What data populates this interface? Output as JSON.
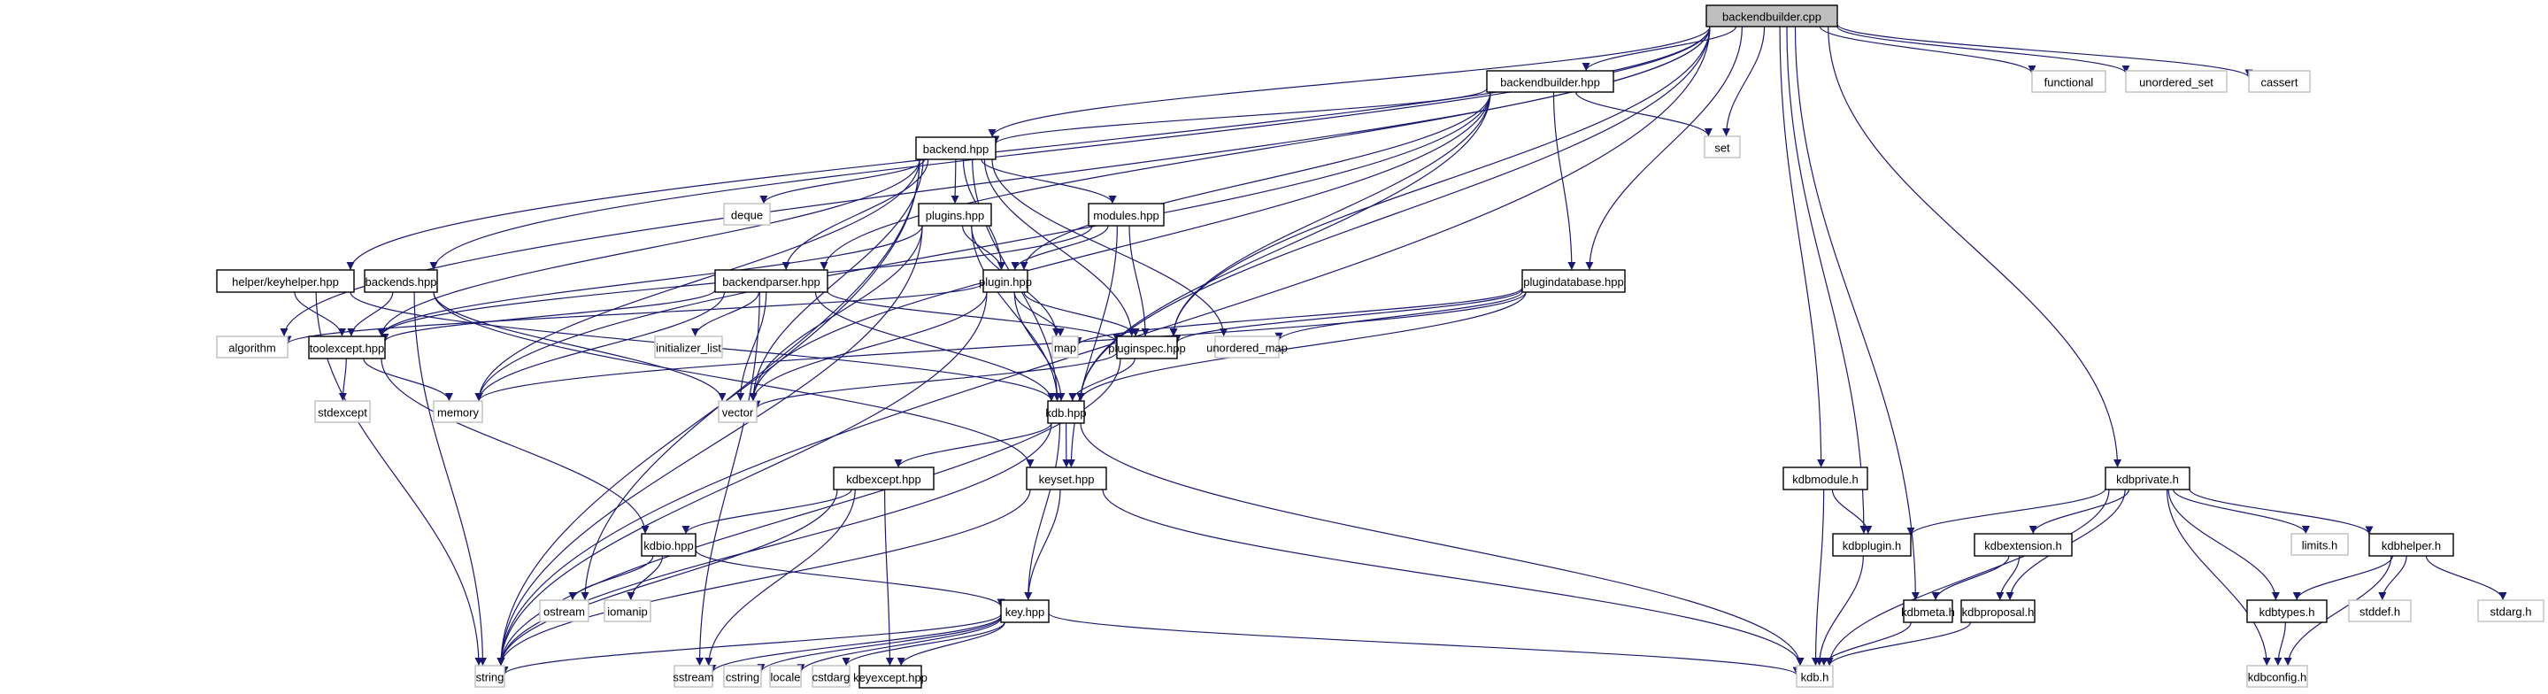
{
  "diagram": {
    "type": "include-dependency-graph",
    "root": "backendbuilder.cpp",
    "edge_color": "#191970",
    "node_styles": {
      "root": {
        "fill": "#bfbfbf",
        "border": "#000000"
      },
      "local": {
        "fill": "#ffffff",
        "border": "#000000"
      },
      "system": {
        "fill": "#ffffff",
        "border": "#bfbfbf"
      }
    },
    "nodes": [
      {
        "id": "backendbuilder_cpp",
        "label": "backendbuilder.cpp",
        "kind": "root"
      },
      {
        "id": "functional",
        "label": "functional",
        "kind": "system"
      },
      {
        "id": "unordered_set",
        "label": "unordered_set",
        "kind": "system"
      },
      {
        "id": "cassert",
        "label": "cassert",
        "kind": "system"
      },
      {
        "id": "backendbuilder_hpp",
        "label": "backendbuilder.hpp",
        "kind": "local"
      },
      {
        "id": "set",
        "label": "set",
        "kind": "system"
      },
      {
        "id": "backend_hpp",
        "label": "backend.hpp",
        "kind": "local"
      },
      {
        "id": "deque",
        "label": "deque",
        "kind": "system"
      },
      {
        "id": "plugins_hpp",
        "label": "plugins.hpp",
        "kind": "local"
      },
      {
        "id": "modules_hpp",
        "label": "modules.hpp",
        "kind": "local"
      },
      {
        "id": "keyhelper_hpp",
        "label": "helper/keyhelper.hpp",
        "kind": "local"
      },
      {
        "id": "backends_hpp",
        "label": "backends.hpp",
        "kind": "local"
      },
      {
        "id": "backendparser_hpp",
        "label": "backendparser.hpp",
        "kind": "local"
      },
      {
        "id": "plugin_hpp",
        "label": "plugin.hpp",
        "kind": "local"
      },
      {
        "id": "plugindatabase_hpp",
        "label": "plugindatabase.hpp",
        "kind": "local"
      },
      {
        "id": "algorithm",
        "label": "algorithm",
        "kind": "system"
      },
      {
        "id": "toolexcept_hpp",
        "label": "toolexcept.hpp",
        "kind": "local"
      },
      {
        "id": "initializer_list",
        "label": "initializer_list",
        "kind": "system"
      },
      {
        "id": "map",
        "label": "map",
        "kind": "system"
      },
      {
        "id": "pluginspec_hpp",
        "label": "pluginspec.hpp",
        "kind": "local"
      },
      {
        "id": "unordered_map",
        "label": "unordered_map",
        "kind": "system"
      },
      {
        "id": "stdexcept",
        "label": "stdexcept",
        "kind": "system"
      },
      {
        "id": "memory",
        "label": "memory",
        "kind": "system"
      },
      {
        "id": "vector",
        "label": "vector",
        "kind": "system"
      },
      {
        "id": "kdb_hpp",
        "label": "kdb.hpp",
        "kind": "local"
      },
      {
        "id": "kdbexcept_hpp",
        "label": "kdbexcept.hpp",
        "kind": "local"
      },
      {
        "id": "keyset_hpp",
        "label": "keyset.hpp",
        "kind": "local"
      },
      {
        "id": "kdbio_hpp",
        "label": "kdbio.hpp",
        "kind": "local"
      },
      {
        "id": "key_hpp",
        "label": "key.hpp",
        "kind": "local"
      },
      {
        "id": "ostream",
        "label": "ostream",
        "kind": "system"
      },
      {
        "id": "iomanip",
        "label": "iomanip",
        "kind": "system"
      },
      {
        "id": "string",
        "label": "string",
        "kind": "system"
      },
      {
        "id": "sstream",
        "label": "sstream",
        "kind": "system"
      },
      {
        "id": "cstring",
        "label": "cstring",
        "kind": "system"
      },
      {
        "id": "locale",
        "label": "locale",
        "kind": "system"
      },
      {
        "id": "cstdarg",
        "label": "cstdarg",
        "kind": "system"
      },
      {
        "id": "keyexcept_hpp",
        "label": "keyexcept.hpp",
        "kind": "local"
      },
      {
        "id": "kdbmodule_h",
        "label": "kdbmodule.h",
        "kind": "local"
      },
      {
        "id": "kdbprivate_h",
        "label": "kdbprivate.h",
        "kind": "local"
      },
      {
        "id": "kdbplugin_h",
        "label": "kdbplugin.h",
        "kind": "local"
      },
      {
        "id": "kdbextension_h",
        "label": "kdbextension.h",
        "kind": "local"
      },
      {
        "id": "limits_h",
        "label": "limits.h",
        "kind": "system"
      },
      {
        "id": "kdbhelper_h",
        "label": "kdbhelper.h",
        "kind": "local"
      },
      {
        "id": "kdbmeta_h",
        "label": "kdbmeta.h",
        "kind": "local"
      },
      {
        "id": "kdbproposal_h",
        "label": "kdbproposal.h",
        "kind": "local"
      },
      {
        "id": "kdbtypes_h",
        "label": "kdbtypes.h",
        "kind": "local"
      },
      {
        "id": "stddef_h",
        "label": "stddef.h",
        "kind": "system"
      },
      {
        "id": "stdarg_h",
        "label": "stdarg.h",
        "kind": "system"
      },
      {
        "id": "kdb_h",
        "label": "kdb.h",
        "kind": "system"
      },
      {
        "id": "kdbconfig_h",
        "label": "kdbconfig.h",
        "kind": "system"
      }
    ],
    "edges": [
      [
        "backendbuilder_cpp",
        "functional"
      ],
      [
        "backendbuilder_cpp",
        "unordered_set"
      ],
      [
        "backendbuilder_cpp",
        "cassert"
      ],
      [
        "backendbuilder_cpp",
        "backendbuilder_hpp"
      ],
      [
        "backendbuilder_cpp",
        "set"
      ],
      [
        "backendbuilder_cpp",
        "backend_hpp"
      ],
      [
        "backendbuilder_cpp",
        "keyhelper_hpp"
      ],
      [
        "backendbuilder_cpp",
        "backends_hpp"
      ],
      [
        "backendbuilder_cpp",
        "backendparser_hpp"
      ],
      [
        "backendbuilder_cpp",
        "plugindatabase_hpp"
      ],
      [
        "backendbuilder_cpp",
        "algorithm"
      ],
      [
        "backendbuilder_cpp",
        "pluginspec_hpp"
      ],
      [
        "backendbuilder_cpp",
        "kdb_hpp"
      ],
      [
        "backendbuilder_cpp",
        "kdbmodule_h"
      ],
      [
        "backendbuilder_cpp",
        "kdbprivate_h"
      ],
      [
        "backendbuilder_cpp",
        "kdbplugin_h"
      ],
      [
        "backendbuilder_cpp",
        "kdbmeta_h"
      ],
      [
        "backendbuilder_cpp",
        "string"
      ],
      [
        "backendbuilder_hpp",
        "set"
      ],
      [
        "backendbuilder_hpp",
        "backend_hpp"
      ],
      [
        "backendbuilder_hpp",
        "plugin_hpp"
      ],
      [
        "backendbuilder_hpp",
        "pluginspec_hpp"
      ],
      [
        "backendbuilder_hpp",
        "plugindatabase_hpp"
      ],
      [
        "backendbuilder_hpp",
        "memory"
      ],
      [
        "backendbuilder_hpp",
        "vector"
      ],
      [
        "backendbuilder_hpp",
        "kdb_hpp"
      ],
      [
        "backend_hpp",
        "deque"
      ],
      [
        "backend_hpp",
        "plugins_hpp"
      ],
      [
        "backend_hpp",
        "modules_hpp"
      ],
      [
        "backend_hpp",
        "backendparser_hpp"
      ],
      [
        "backend_hpp",
        "plugin_hpp"
      ],
      [
        "backend_hpp",
        "pluginspec_hpp"
      ],
      [
        "backend_hpp",
        "toolexcept_hpp"
      ],
      [
        "backend_hpp",
        "unordered_map"
      ],
      [
        "backend_hpp",
        "memory"
      ],
      [
        "backend_hpp",
        "vector"
      ],
      [
        "backend_hpp",
        "ostream"
      ],
      [
        "backend_hpp",
        "kdb_hpp"
      ],
      [
        "backend_hpp",
        "string"
      ],
      [
        "plugins_hpp",
        "plugin_hpp"
      ],
      [
        "plugins_hpp",
        "toolexcept_hpp"
      ],
      [
        "plugins_hpp",
        "map"
      ],
      [
        "plugins_hpp",
        "vector"
      ],
      [
        "plugins_hpp",
        "kdb_hpp"
      ],
      [
        "plugins_hpp",
        "string"
      ],
      [
        "modules_hpp",
        "plugin_hpp"
      ],
      [
        "modules_hpp",
        "pluginspec_hpp"
      ],
      [
        "modules_hpp",
        "toolexcept_hpp"
      ],
      [
        "modules_hpp",
        "keyset_hpp"
      ],
      [
        "keyhelper_hpp",
        "toolexcept_hpp"
      ],
      [
        "keyhelper_hpp",
        "kdb_hpp"
      ],
      [
        "keyhelper_hpp",
        "string"
      ],
      [
        "backends_hpp",
        "toolexcept_hpp"
      ],
      [
        "backends_hpp",
        "keyset_hpp"
      ],
      [
        "backends_hpp",
        "vector"
      ],
      [
        "backends_hpp",
        "string"
      ],
      [
        "backendparser_hpp",
        "toolexcept_hpp"
      ],
      [
        "backendparser_hpp",
        "initializer_list"
      ],
      [
        "backendparser_hpp",
        "pluginspec_hpp"
      ],
      [
        "backendparser_hpp",
        "memory"
      ],
      [
        "backendparser_hpp",
        "vector"
      ],
      [
        "backendparser_hpp",
        "kdb_hpp"
      ],
      [
        "backendparser_hpp",
        "sstream"
      ],
      [
        "plugin_hpp",
        "algorithm"
      ],
      [
        "plugin_hpp",
        "map"
      ],
      [
        "plugin_hpp",
        "pluginspec_hpp"
      ],
      [
        "plugin_hpp",
        "vector"
      ],
      [
        "plugin_hpp",
        "kdb_hpp"
      ],
      [
        "plugin_hpp",
        "string"
      ],
      [
        "plugindatabase_hpp",
        "map"
      ],
      [
        "plugindatabase_hpp",
        "pluginspec_hpp"
      ],
      [
        "plugindatabase_hpp",
        "unordered_map"
      ],
      [
        "plugindatabase_hpp",
        "memory"
      ],
      [
        "plugindatabase_hpp",
        "kdb_hpp"
      ],
      [
        "toolexcept_hpp",
        "stdexcept"
      ],
      [
        "toolexcept_hpp",
        "memory"
      ],
      [
        "toolexcept_hpp",
        "kdbio_hpp"
      ],
      [
        "pluginspec_hpp",
        "vector"
      ],
      [
        "pluginspec_hpp",
        "kdb_hpp"
      ],
      [
        "pluginspec_hpp",
        "string"
      ],
      [
        "kdb_hpp",
        "kdbexcept_hpp"
      ],
      [
        "kdb_hpp",
        "keyset_hpp"
      ],
      [
        "kdb_hpp",
        "key_hpp"
      ],
      [
        "kdb_hpp",
        "string"
      ],
      [
        "kdb_hpp",
        "kdb_h"
      ],
      [
        "kdbexcept_hpp",
        "kdbio_hpp"
      ],
      [
        "kdbexcept_hpp",
        "sstream"
      ],
      [
        "kdbexcept_hpp",
        "string"
      ],
      [
        "kdbexcept_hpp",
        "keyexcept_hpp"
      ],
      [
        "keyset_hpp",
        "key_hpp"
      ],
      [
        "keyset_hpp",
        "string"
      ],
      [
        "keyset_hpp",
        "kdb_h"
      ],
      [
        "kdbio_hpp",
        "ostream"
      ],
      [
        "kdbio_hpp",
        "iomanip"
      ],
      [
        "kdbio_hpp",
        "key_hpp"
      ],
      [
        "key_hpp",
        "string"
      ],
      [
        "key_hpp",
        "sstream"
      ],
      [
        "key_hpp",
        "cstring"
      ],
      [
        "key_hpp",
        "locale"
      ],
      [
        "key_hpp",
        "cstdarg"
      ],
      [
        "key_hpp",
        "keyexcept_hpp"
      ],
      [
        "key_hpp",
        "kdb_h"
      ],
      [
        "kdbmodule_h",
        "kdbplugin_h"
      ],
      [
        "kdbmodule_h",
        "kdb_h"
      ],
      [
        "kdbplugin_h",
        "kdb_h"
      ],
      [
        "kdbprivate_h",
        "kdbplugin_h"
      ],
      [
        "kdbprivate_h",
        "kdbextension_h"
      ],
      [
        "kdbprivate_h",
        "kdbproposal_h"
      ],
      [
        "kdbprivate_h",
        "limits_h"
      ],
      [
        "kdbprivate_h",
        "kdbhelper_h"
      ],
      [
        "kdbprivate_h",
        "kdbtypes_h"
      ],
      [
        "kdbprivate_h",
        "kdbconfig_h"
      ],
      [
        "kdbprivate_h",
        "kdb_h"
      ],
      [
        "kdbextension_h",
        "kdbmeta_h"
      ],
      [
        "kdbextension_h",
        "kdbproposal_h"
      ],
      [
        "kdbmeta_h",
        "kdb_h"
      ],
      [
        "kdbproposal_h",
        "kdb_h"
      ],
      [
        "kdbhelper_h",
        "kdbtypes_h"
      ],
      [
        "kdbhelper_h",
        "stddef_h"
      ],
      [
        "kdbhelper_h",
        "stdarg_h"
      ],
      [
        "kdbhelper_h",
        "kdbconfig_h"
      ],
      [
        "kdbtypes_h",
        "kdbconfig_h"
      ]
    ]
  }
}
